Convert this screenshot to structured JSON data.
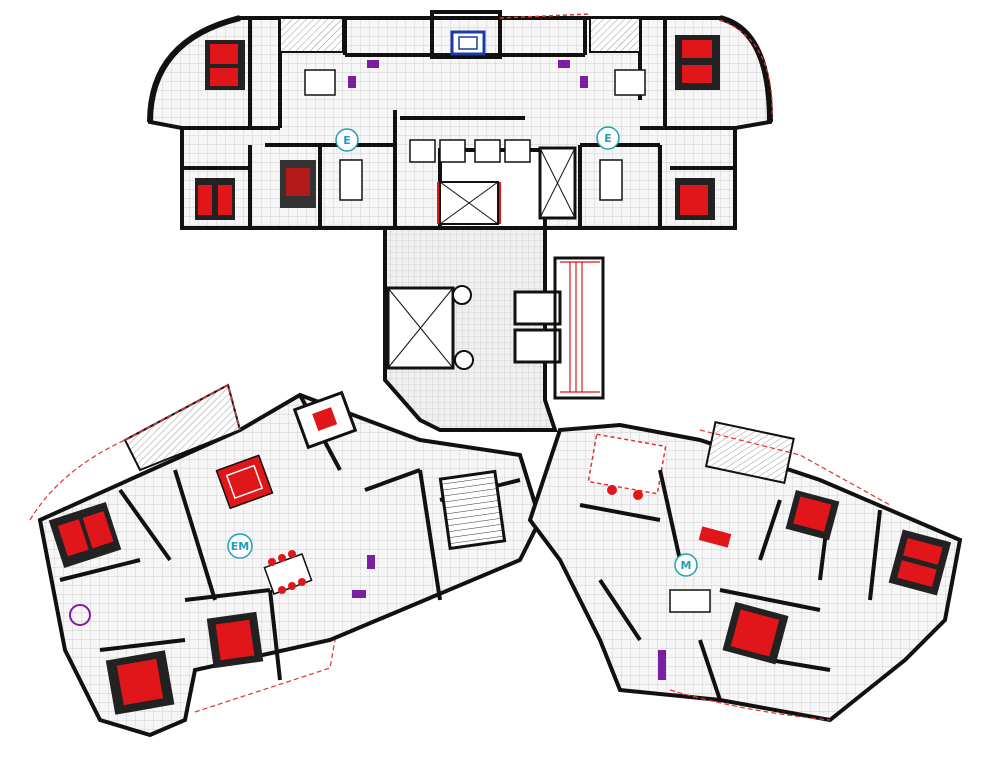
{
  "plan": {
    "unit_labels": [
      {
        "id": "e-left",
        "text": "E"
      },
      {
        "id": "e-right",
        "text": "E"
      },
      {
        "id": "em",
        "text": "EM"
      },
      {
        "id": "m",
        "text": "M"
      }
    ]
  },
  "colors": {
    "wall": "#111111",
    "grid": "#c8c8c8",
    "floor": "#f4f4f4",
    "furniture_red": "#e0161b",
    "dashed_red": "#e3322f",
    "accent_purple": "#7a1fa2",
    "tag_cyan": "#1f9fb8",
    "lift_blue": "#1a3aa8"
  }
}
